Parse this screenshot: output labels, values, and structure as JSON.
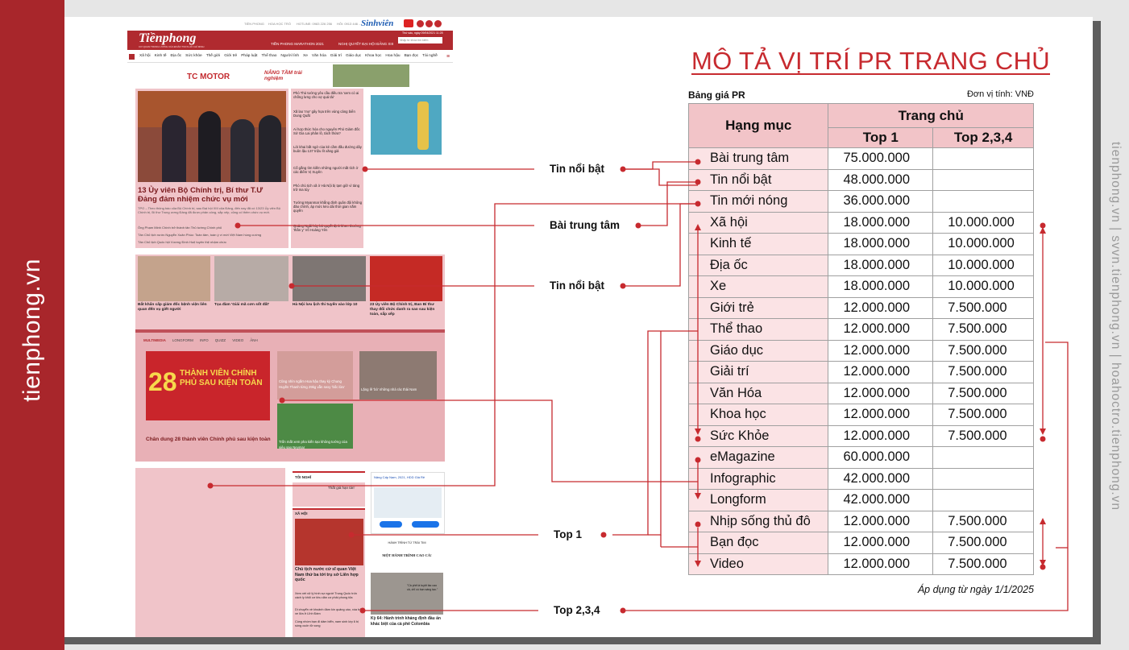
{
  "sidebar": {
    "brand": "tienphong.vn"
  },
  "right_text": "tienphong.vn | svvn.tienphong.vn | hoahoctro.tienphong.vn",
  "title": "MÔ TẢ VỊ TRÍ PR TRANG CHỦ",
  "table": {
    "caption": "Bảng giá PR",
    "unit": "Đơn vị tính: VNĐ",
    "header_category": "Hạng mục",
    "header_group": "Trang chủ",
    "header_top1": "Top 1",
    "header_top234": "Top 2,3,4",
    "rows": [
      {
        "name": "Bài trung tâm",
        "top1": "75.000.000",
        "top234": ""
      },
      {
        "name": "Tin nổi bật",
        "top1": "48.000.000",
        "top234": ""
      },
      {
        "name": "Tin mới nóng",
        "top1": "36.000.000",
        "top234": ""
      },
      {
        "name": "Xã hội",
        "top1": "18.000.000",
        "top234": "10.000.000"
      },
      {
        "name": "Kinh tế",
        "top1": "18.000.000",
        "top234": "10.000.000"
      },
      {
        "name": "Địa ốc",
        "top1": "18.000.000",
        "top234": "10.000.000"
      },
      {
        "name": "Xe",
        "top1": "18.000.000",
        "top234": "10.000.000"
      },
      {
        "name": "Giới trẻ",
        "top1": "12.000.000",
        "top234": "7.500.000"
      },
      {
        "name": "Thể thao",
        "top1": "12.000.000",
        "top234": "7.500.000"
      },
      {
        "name": "Giáo dục",
        "top1": "12.000.000",
        "top234": "7.500.000"
      },
      {
        "name": "Giải trí",
        "top1": "12.000.000",
        "top234": "7.500.000"
      },
      {
        "name": "Văn Hóa",
        "top1": "12.000.000",
        "top234": "7.500.000"
      },
      {
        "name": "Khoa học",
        "top1": "12.000.000",
        "top234": "7.500.000"
      },
      {
        "name": "Sức Khỏe",
        "top1": "12.000.000",
        "top234": "7.500.000"
      },
      {
        "name": "eMagazine",
        "top1": "60.000.000",
        "top234": ""
      },
      {
        "name": "Infographic",
        "top1": "42.000.000",
        "top234": ""
      },
      {
        "name": "Longform",
        "top1": "42.000.000",
        "top234": ""
      },
      {
        "name": "Nhịp sống thủ đô",
        "top1": "12.000.000",
        "top234": "7.500.000"
      },
      {
        "name": "Bạn đọc",
        "top1": "12.000.000",
        "top234": "7.500.000"
      },
      {
        "name": "Video",
        "top1": "12.000.000",
        "top234": "7.500.000"
      }
    ],
    "note": "Áp dụng từ ngày 1/1/2025"
  },
  "labels": {
    "tin_noi_bat_1": "Tin nổi bật",
    "bai_trung_tam": "Bài trung tâm",
    "tin_noi_bat_2": "Tin nổi bật",
    "top1": "Top 1",
    "top234": "Top 2,3,4"
  },
  "colors": {
    "red": "#c72a2f",
    "pink": "#f0c4c9",
    "sidebar": "#a8262b"
  },
  "mockup": {
    "logo": "Tiềnphong",
    "logo_sub": "CƠ QUAN TRUNG ƯƠNG CỦA ĐOÀN TNCS HỒ CHÍ MINH",
    "top_links": [
      "TIỀN PHONG",
      "HOA HỌC TRÒ",
      "HOTLINE: 0983 226 256",
      "HỎI: 0913 446 ..."
    ],
    "sinhvien": "Sinhviên",
    "date": "Thứ sáu, ngày 09/04/2021 11:28",
    "banner_marathon": "TIỀN PHONG MARATHON 2021",
    "banner_nq": "NGHỊ QUYẾT ĐẠI HỘI ĐẢNG XIII",
    "search": "Nhập từ khóa tìm kiếm",
    "nav": [
      "Xã hội",
      "Kinh tế",
      "Địa ốc",
      "Sức khỏe",
      "Thế giới",
      "Giới trẻ",
      "Pháp luật",
      "Thể thao",
      "Người lính",
      "Xe",
      "Văn hóa",
      "Giải trí",
      "Giáo dục",
      "Khoa học",
      "Hoa hậu",
      "Bạn đọc",
      "Tài nghề"
    ],
    "tc_motor": "TC MOTOR",
    "nang_tam": "NÂNG TẦM trải nghiệm",
    "headline": "13 Ủy viên Bộ Chính trị, Bí thư T.Ư Đảng đảm nhiệm chức vụ mới",
    "headline_sapo": "TPO – Theo thông báo của Bộ Chính trị, sau Đại hội XIII của Đảng, đến nay đã có 13/23 Ủy viên Bộ Chính trị, Bí thư Trung ương Đảng đã được phân công, sắp xếp, củng cố thêm chức vụ mới.",
    "headline_related": [
      "Ông Phạm Minh Chính trở thành tân Thủ tướng Chính phủ",
      "Tân Chủ tịch nước Nguyễn Xuân Phúc: Toàn tâm, toàn ý vì mới Việt Nam hùng cường",
      "Tân Chủ tịch Quốc hội Vương Đình Huệ tuyên thệ nhậm chức"
    ],
    "side_news": [
      "Phó Thủ tướng yêu cầu điều tra 'xem có ai chống lưng cho vợ quá tải'",
      "Xã lao 'mơ' gây họa trên vùng cảng biển Dung Quất",
      "Ai hợp thức hóa cho nguyên Phó Giám đốc Sở Gia Lai phân lô, tách thửa?",
      "Lời khai bất ngờ của kẻ cầm đầu đường dây buôn lậu 137 triệu lít xăng giả",
      "Cố gắng tìm kiếm những người mất tích ở các điểm Vị Xuyên",
      "Phó chủ tịch xã ở Hà Nội bị tạm giữ vì tàng trữ ma túy",
      "Tướng Myanmar khẳng định quân đội không đảo chính, áp mức kéo dài thời gian nắm quyền",
      "Quảng Ngãi hủy bỏ quyết định khen thưởng 'thần y' Võ Hoàng Yên"
    ],
    "row_news": [
      "Bắt khẩn cấp giám đốc bệnh viện liên quan đến vụ giết người",
      "Tọa đàm 'Giải mã cơn sốt đất'",
      "Hà Nội lưu lịch thi tuyển vào lớp 10",
      "23 Ủy viên Bộ Chính trị, Ban Bí thư thay đổi chức danh ra sao sau kiện toàn, sắp xếp"
    ],
    "multimedia_tabs": [
      "MULTIMEDIA",
      "LONGFORM",
      "INFO",
      "QUIZZ",
      "VIDEO",
      "ẢNH"
    ],
    "big_banner_num": "28",
    "big_banner_text": "THÀNH VIÊN CHÍNH PHỦ SAU KIỆN TOÀN",
    "multimedia_caption": "Chân dung 28 thành viên Chính phủ sau kiện toàn",
    "mm_items": [
      "Cũng nhìn ngắm Hoa hậu thay kỳ Chung Huyền Thanh từng 29kg vẫn sexy 'bốc lửa'",
      "Lặng lẽ 'bỏ' những nhà rác thải Nam",
      "Trốn mất xem pha kiến tạo không tưởng của siêu sao Neymar"
    ],
    "toi_nghi": "TÔI NGHĨ",
    "toi_nghi_item": "Thất giá hạn tán'",
    "xa_hoi": "XÃ HỘI",
    "xa_hoi_caption": "Chủ tịch nước cứ sĩ quan Việt Nam thứ ba tới trụ sở Liên hợp quốc",
    "xa_hoi_items": [
      "Xem xét xử lý hình sự người Trung Quốc trốn cách ly khỏi cơ khu dân cư phải phong tỏa",
      "Di chuyển về khoảnh đám kín quảng cáo, xóa bỏi xe lửa ở Lĩnh Đàm",
      "Cùng nhóm bạn đi dâm biển, nam sinh lớp 6 bị sóng cuốn tử vong"
    ],
    "map_ad": "Nâng Cấp Nam, 2021, HDD Giá Rẻ",
    "book_title": "HÀNH TRÌNH TỪ TRÁI TIM",
    "book_sub": "MỘT HÀNH TRÌNH CAO CẢ!",
    "book_quote": "\"Cà phê là tuyệt tác cao cả, chỉ có bạn sáng tạo.\"",
    "book_caption": "Kỳ 64: Hành trình kháng định đầu ấn khác biệt của cà phê Colombia"
  }
}
